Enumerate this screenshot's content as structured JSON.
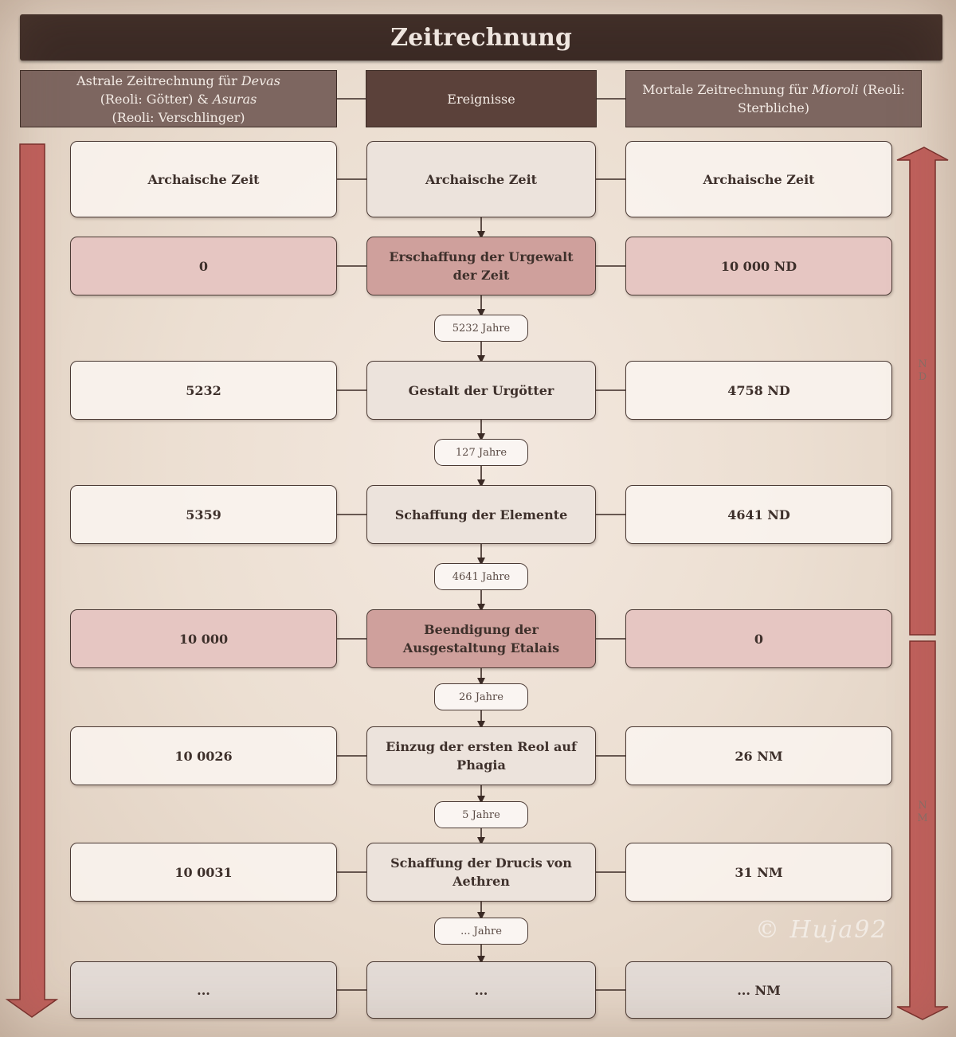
{
  "title": "Zeitrechnung",
  "headers": {
    "left": {
      "line1_prefix": "Astrale Zeitrechnung für ",
      "line1_em": "Devas",
      "line2_prefix": "(Reoli: Götter) & ",
      "line2_em": "Asuras",
      "line3": "(Reoli: Verschlinger)"
    },
    "middle": "Ereignisse",
    "right": {
      "prefix": "Mortale Zeitrechnung für ",
      "em": "Mioroli",
      "suffix": " (Reoli:",
      "line2": "Sterbliche)"
    }
  },
  "rows": [
    {
      "astral": "Archaische Zeit",
      "event": "Archaische Zeit",
      "mortal": "Archaische Zeit",
      "highlight": false
    },
    {
      "astral": "0",
      "event": "Erschaffung der Urgewalt der Zeit",
      "mortal": "10 000 ND",
      "highlight": true
    },
    {
      "astral": "5232",
      "event": "Gestalt der Urgötter",
      "mortal": "4758 ND",
      "highlight": false
    },
    {
      "astral": "5359",
      "event": "Schaffung der Elemente",
      "mortal": "4641 ND",
      "highlight": false
    },
    {
      "astral": "10 000",
      "event": "Beendigung der Ausgestaltung Etalais",
      "mortal": "0",
      "highlight": true
    },
    {
      "astral": "10 0026",
      "event": "Einzug der ersten Reol auf Phagia",
      "mortal": "26 NM",
      "highlight": false
    },
    {
      "astral": "10 0031",
      "event": "Schaffung der Drucis von Aethren",
      "mortal": "31 NM",
      "highlight": false
    },
    {
      "astral": "...",
      "event": "...",
      "mortal": "... NM",
      "highlight": false
    }
  ],
  "intervals": [
    "5232 Jahre",
    "127 Jahre",
    "4641 Jahre",
    "26 Jahre",
    "5 Jahre",
    "... Jahre"
  ],
  "side_labels": {
    "nd": [
      "N",
      "D"
    ],
    "nm": [
      "N",
      "M"
    ]
  },
  "watermark": "© Huja92",
  "colors": {
    "dark": "#3b2a25",
    "header_side": "#7d6660",
    "header_mid": "#5b413a",
    "arrow_red": "#c0605c",
    "highlight_side": "#e6c6c2",
    "highlight_mid": "#cfa09c"
  }
}
